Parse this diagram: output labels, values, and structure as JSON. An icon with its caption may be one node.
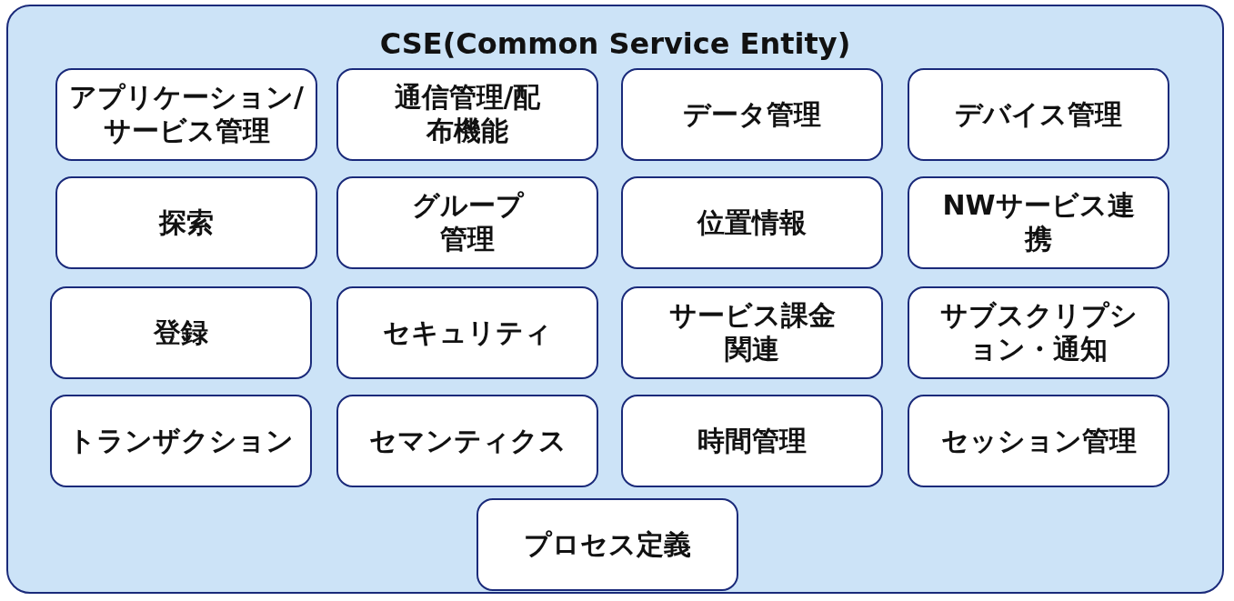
{
  "diagram": {
    "nodes": [
      {
        "text": [
          "CSE(Common Service Entity)"
        ]
      },
      {
        "text": [
          "アプリケーション/サービス管理"
        ],
        "in": 0
      },
      {
        "text": [
          "通信管理/配布機能"
        ],
        "in": 0
      },
      {
        "text": [
          "データ管理"
        ],
        "in": 0
      },
      {
        "text": [
          "デバイス管理"
        ],
        "in": 0
      },
      {
        "text": [
          "探索"
        ],
        "in": 0
      },
      {
        "text": [
          "グループ管理"
        ],
        "in": 0
      },
      {
        "text": [
          "位置情報"
        ],
        "in": 0
      },
      {
        "text": [
          "NWサービス連携"
        ],
        "in": 0
      },
      {
        "text": [
          "登録"
        ],
        "in": 0
      },
      {
        "text": [
          "セキュリティ"
        ],
        "in": 0
      },
      {
        "text": [
          "サービス課金関連"
        ],
        "in": 0
      },
      {
        "text": [
          "サブスクリプション・通知"
        ],
        "in": 0
      },
      {
        "text": [
          "トランザクション"
        ],
        "in": 0
      },
      {
        "text": [
          "セマンティクス"
        ],
        "in": 0
      },
      {
        "text": [
          "時間管理"
        ],
        "in": 0
      },
      {
        "text": [
          "セッション管理"
        ],
        "in": 0
      },
      {
        "text": [
          "プロセス定義"
        ],
        "in": 0
      }
    ]
  }
}
